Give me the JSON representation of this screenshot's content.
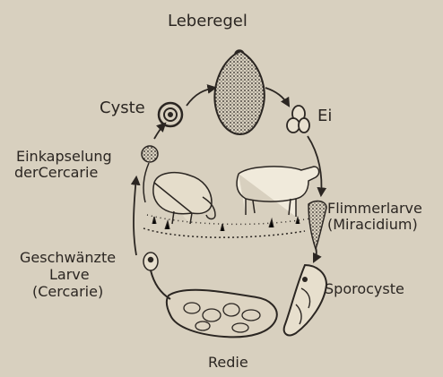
{
  "diagram": {
    "title": "Leberegel",
    "stages": {
      "egg": "Ei",
      "miracidium_line1": "Flimmerlarve",
      "miracidium_line2": "(Miracidium)",
      "sporocyst": "Sporocyste",
      "redia": "Redie",
      "cercaria_line1": "Geschwänzte",
      "cercaria_line2": "Larve",
      "cercaria_line3": "(Cercarie)",
      "encystment_line1": "Einkapselung",
      "encystment_line2": "derCercarie",
      "cyst": "Cyste"
    }
  },
  "colors": {
    "paper": "#d8d0bf",
    "ink": "#2b2622"
  }
}
